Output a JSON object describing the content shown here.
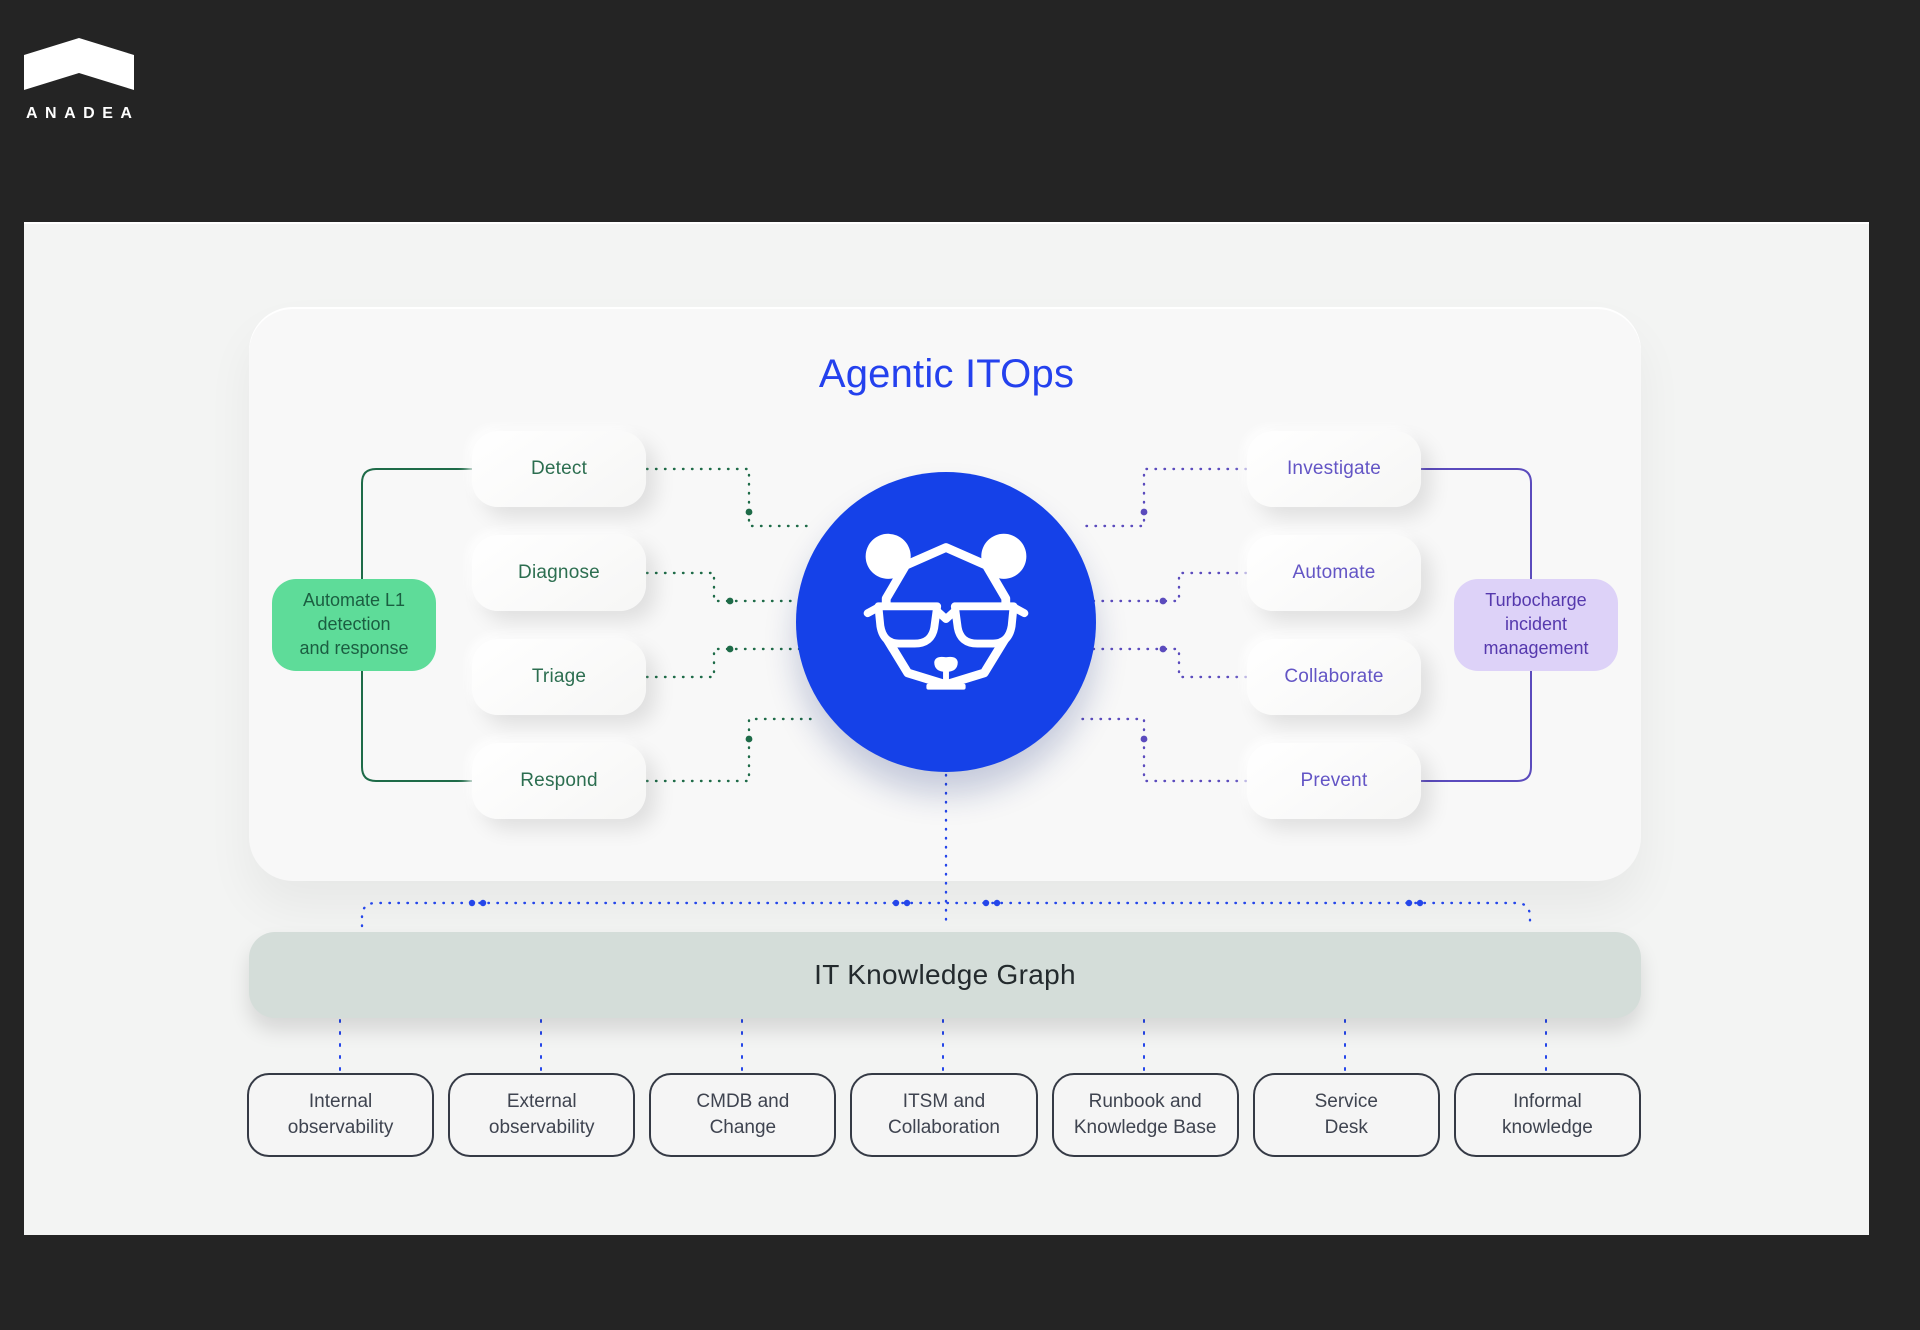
{
  "brand": {
    "name": "ANADEA"
  },
  "diagram": {
    "title": "Agentic ITOps",
    "mascot": "panda-agent",
    "left": {
      "callout": "Automate L1\ndetection\nand response",
      "steps": [
        "Detect",
        "Diagnose",
        "Triage",
        "Respond"
      ]
    },
    "right": {
      "callout": "Turbocharge\nincident\nmanagement",
      "steps": [
        "Investigate",
        "Automate",
        "Collaborate",
        "Prevent"
      ]
    },
    "knowledge_bar": "IT Knowledge Graph",
    "sources": [
      "Internal\nobservability",
      "External\nobservability",
      "CMDB and\nChange",
      "ITSM and\nCollaboration",
      "Runbook and\nKnowledge Base",
      "Service\nDesk",
      "Informal\nknowledge"
    ]
  },
  "colors": {
    "background_dark": "#242424",
    "slide_background": "#f3f4f3",
    "accent_blue": "#1541e8",
    "title_blue": "#2441ee",
    "green_line": "#1e6b48",
    "green_fill": "#5edc99",
    "purple_line": "#5b4bbd",
    "purple_fill": "#ddd2f8",
    "knowledge_bar_fill": "#d4ddd9",
    "source_border": "#353a45"
  }
}
